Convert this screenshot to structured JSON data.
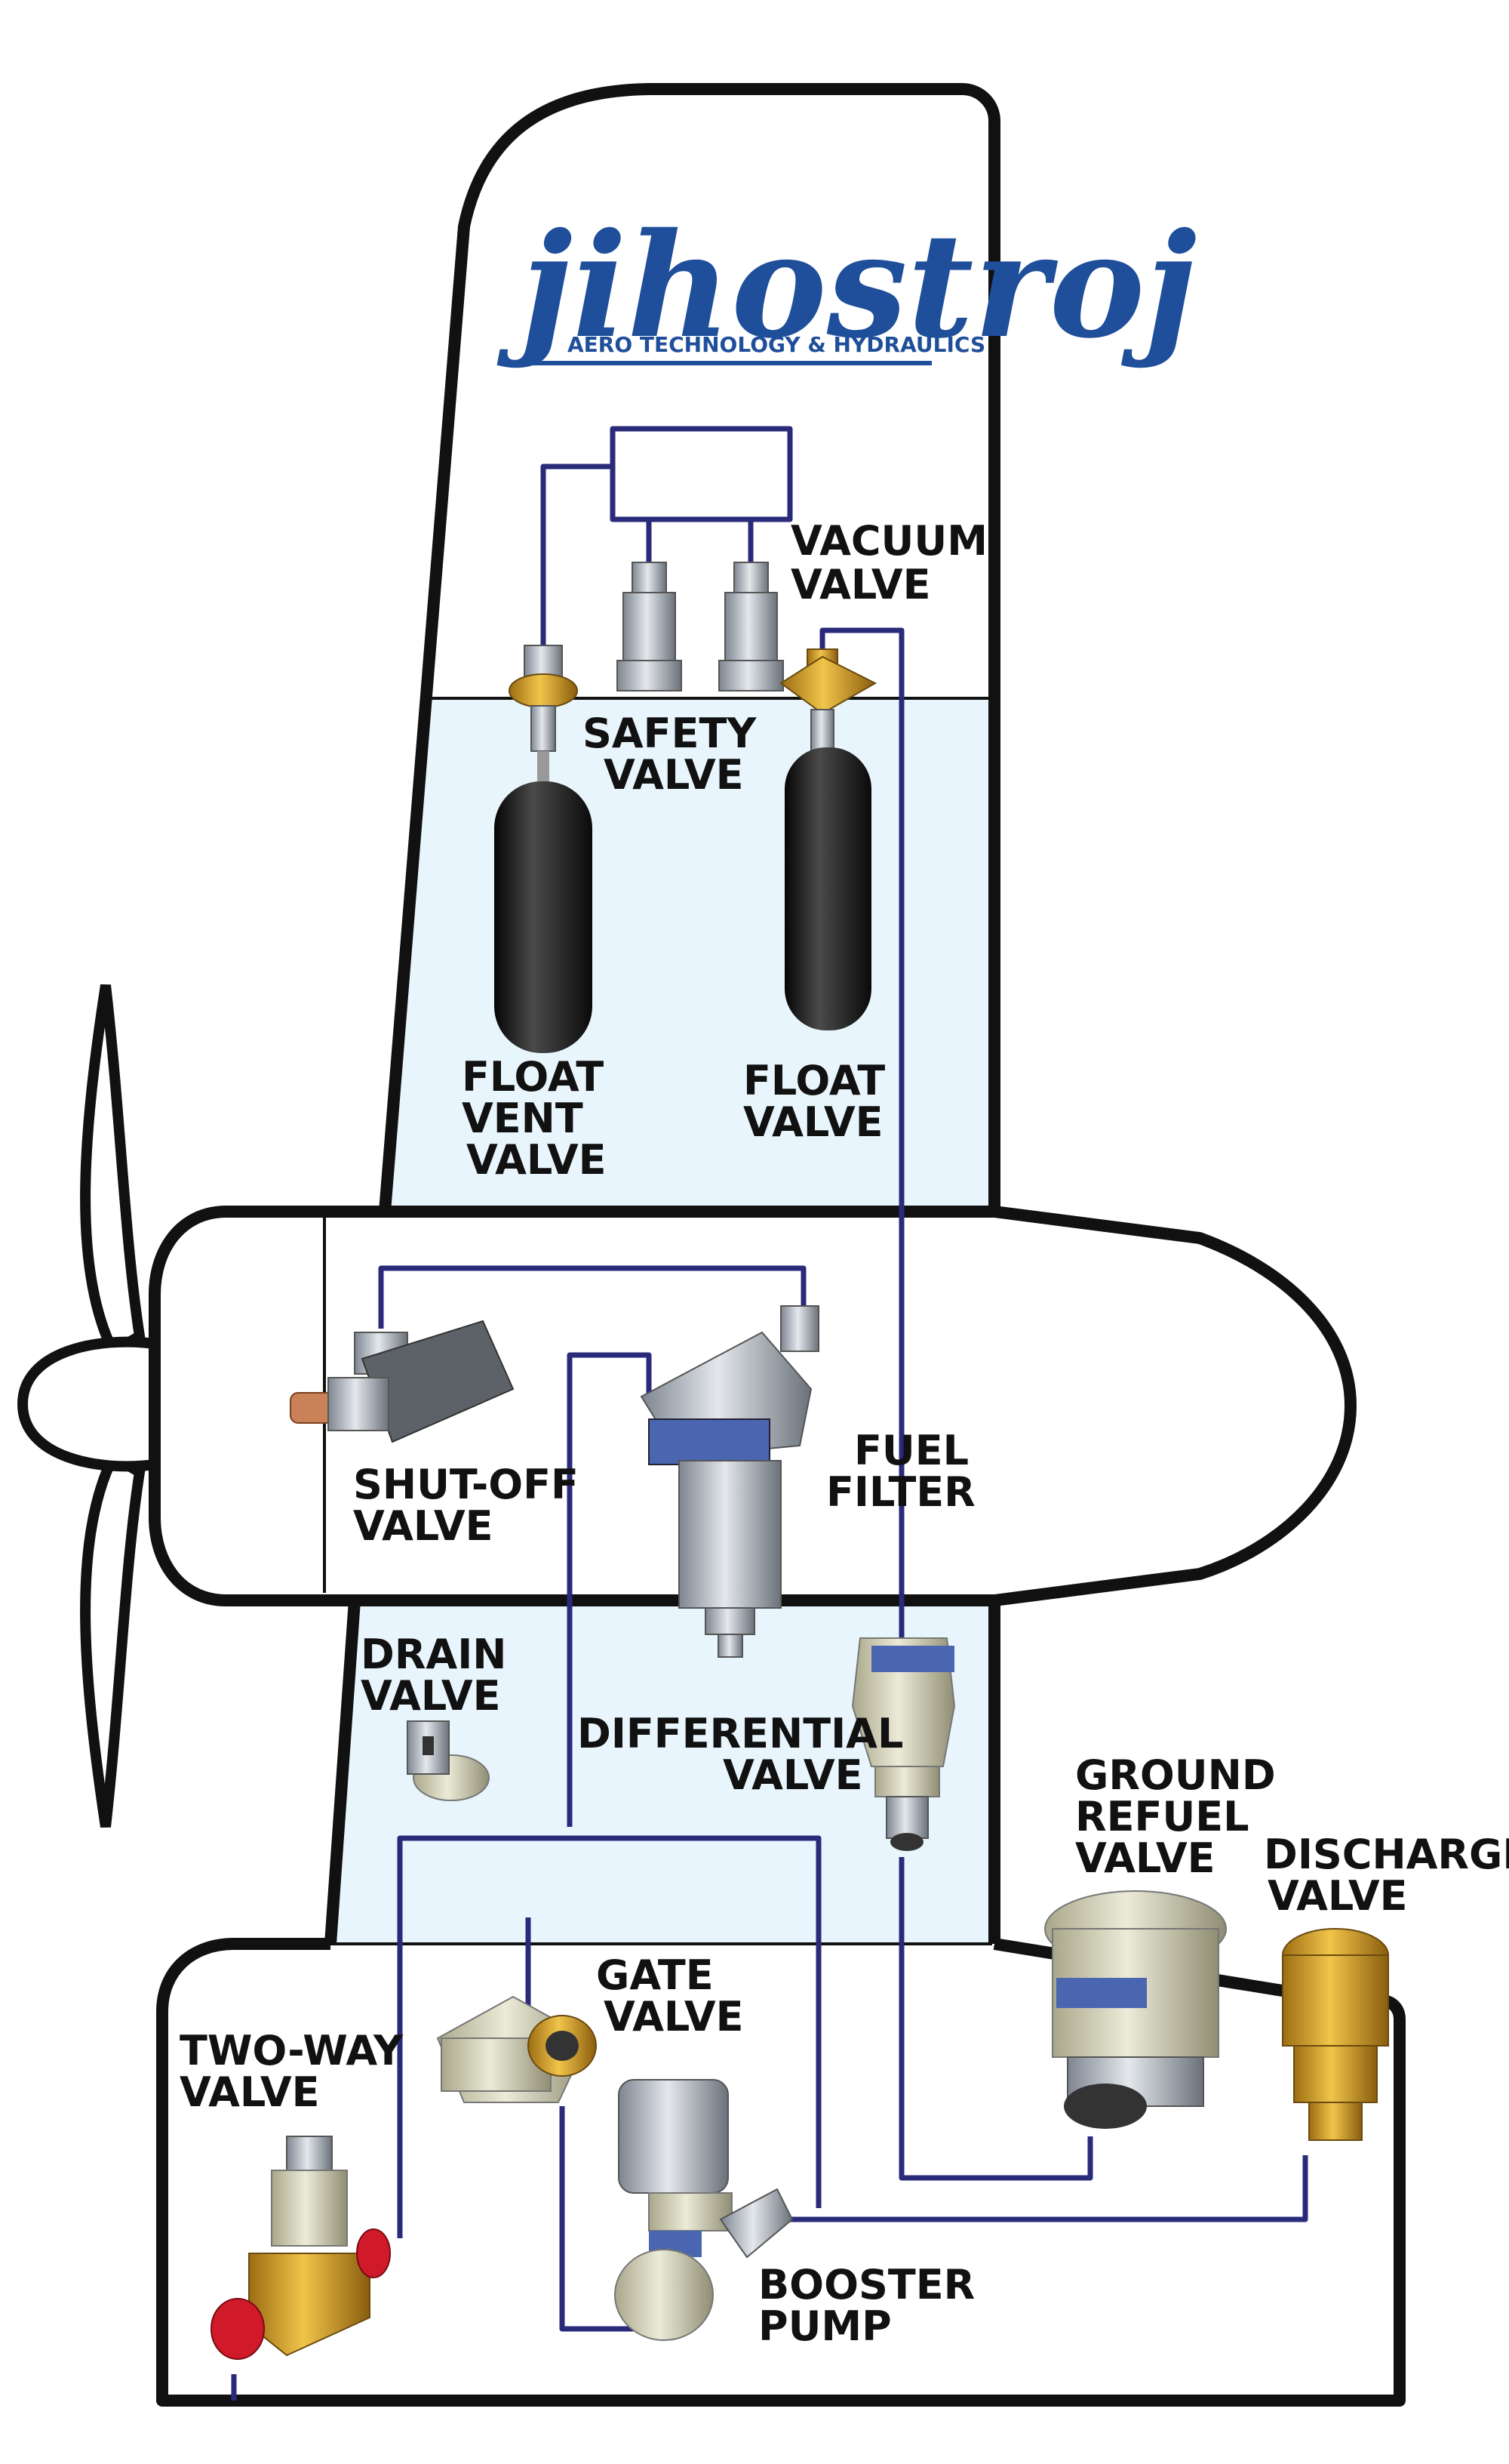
{
  "logo": {
    "wordmark": "jihostroj",
    "tagline": "AERO TECHNOLOGY & HYDRAULICS"
  },
  "labels": {
    "vacuum_valve": [
      "VACUUM",
      "VALVE"
    ],
    "safety_valve": [
      "SAFETY",
      "VALVE"
    ],
    "float_vent_valve": [
      "FLOAT",
      "VENT",
      "VALVE"
    ],
    "float_valve": [
      "FLOAT",
      "VALVE"
    ],
    "shut_off_valve": [
      "SHUT-OFF",
      "VALVE"
    ],
    "fuel_filter": [
      "FUEL",
      "FILTER"
    ],
    "drain_valve": [
      "DRAIN",
      "VALVE"
    ],
    "differential_valve": [
      "DIFFERENTIAL",
      "VALVE"
    ],
    "ground_refuel_valve": [
      "GROUND",
      "REFUEL",
      "VALVE"
    ],
    "discharge_valve": [
      "DISCHARGE",
      "VALVE"
    ],
    "gate_valve": [
      "GATE",
      "VALVE"
    ],
    "two_way_valve": [
      "TWO-WAY",
      "VALVE"
    ],
    "booster_pump": [
      "BOOSTER",
      "PUMP"
    ]
  },
  "colors": {
    "outline": "#111111",
    "fuel": "#e9f5fc",
    "pipe": "#2a2a7a",
    "brand": "#1f4f9a"
  }
}
